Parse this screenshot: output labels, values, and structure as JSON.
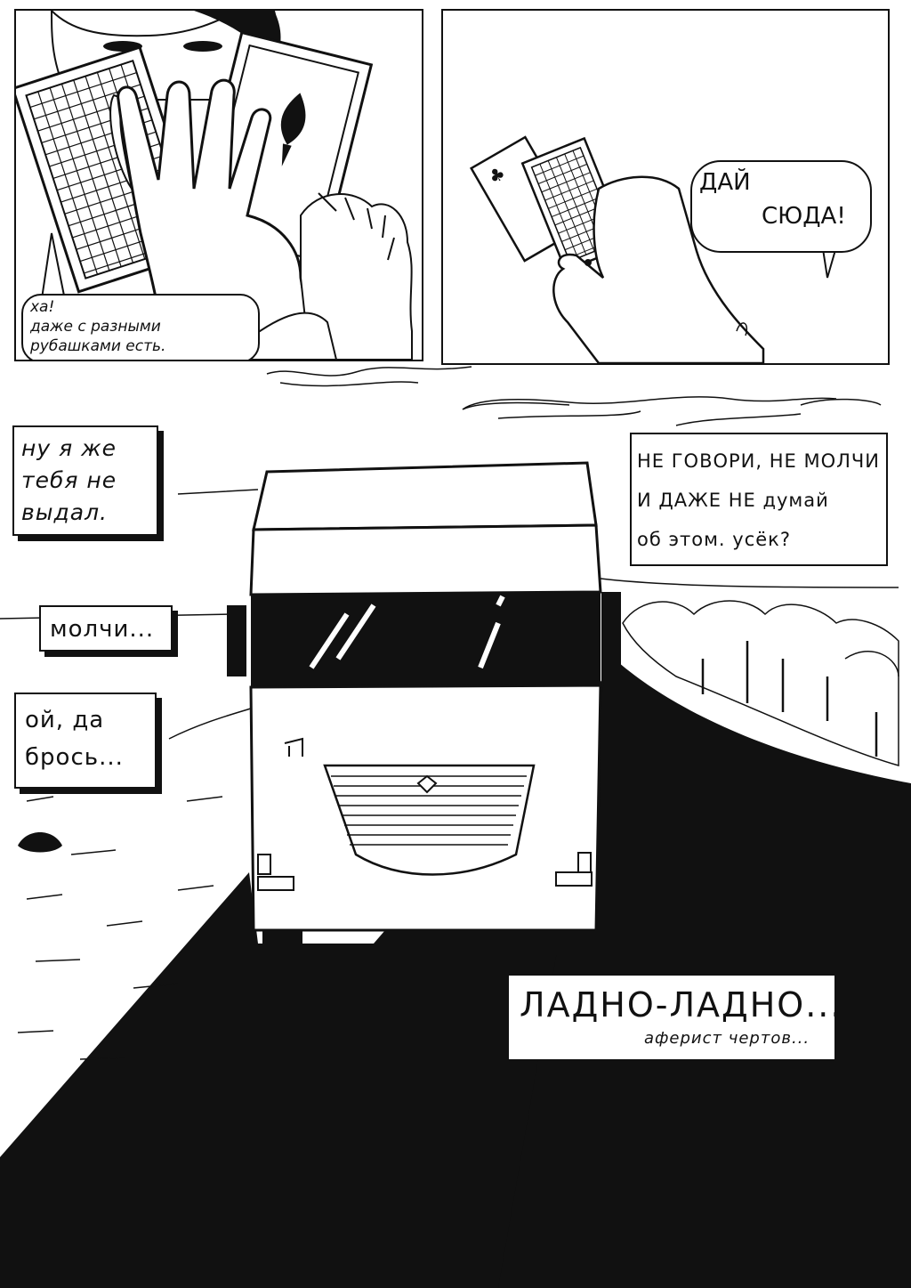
{
  "panel1": {
    "bubble_lines": [
      "ха!",
      "даже с разными",
      "рубашками есть."
    ]
  },
  "panel2": {
    "bubble_lines": [
      "ДАЙ",
      "СЮДА!"
    ]
  },
  "panel3": {
    "captions": {
      "left_top": [
        "ну я же",
        "тебя не",
        "выдал."
      ],
      "left_middle": [
        "молчи..."
      ],
      "left_bottom": [
        "ой, да",
        "брось..."
      ],
      "right_top": [
        "НЕ ГОВОРИ, НЕ МОЛЧИ",
        "И ДАЖЕ НЕ думай",
        "об этом. усёк?"
      ],
      "bottom_right_main": "ЛАДНО-ЛАДНО...",
      "bottom_right_sub": "аферист чертов..."
    }
  },
  "colors": {
    "ink": "#111111",
    "paper": "#ffffff"
  }
}
